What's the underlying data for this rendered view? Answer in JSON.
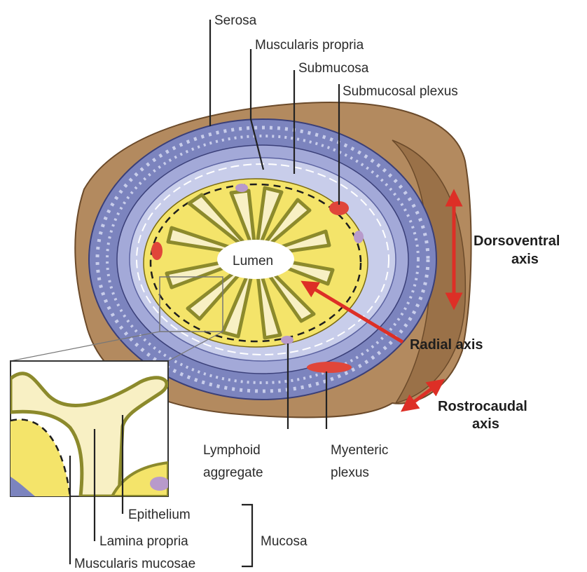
{
  "labels": {
    "serosa": "Serosa",
    "muscularis_propria": "Muscularis propria",
    "submucosa": "Submucosa",
    "submucosal_plexus": "Submucosal plexus",
    "lumen": "Lumen",
    "dorsoventral_line1": "Dorsoventral",
    "dorsoventral_line2": "axis",
    "radial_axis": "Radial axis",
    "rostrocaudal_line1": "Rostrocaudal",
    "rostrocaudal_line2": "axis",
    "lymphoid_line1": "Lymphoid",
    "lymphoid_line2": "aggregate",
    "myenteric_line1": "Myenteric",
    "myenteric_line2": "plexus",
    "epithelium": "Epithelium",
    "lamina_propria": "Lamina propria",
    "muscularis_mucosae": "Muscularis mucosae",
    "mucosa": "Mucosa"
  },
  "colors": {
    "serosa_tan": "#b38a5f",
    "serosa_tan_dark": "#9a7148",
    "muscle_blue": "#7c84be",
    "submucosa_lavender": "#c8cdea",
    "mucosa_yellow": "#f4e46a",
    "lamina_cream": "#f8f0c4",
    "epithelium_olive": "#8c8a2c",
    "plexus_red": "#e0463a",
    "lymphoid_purple": "#b89acb",
    "axis_red": "#dd2f26"
  }
}
